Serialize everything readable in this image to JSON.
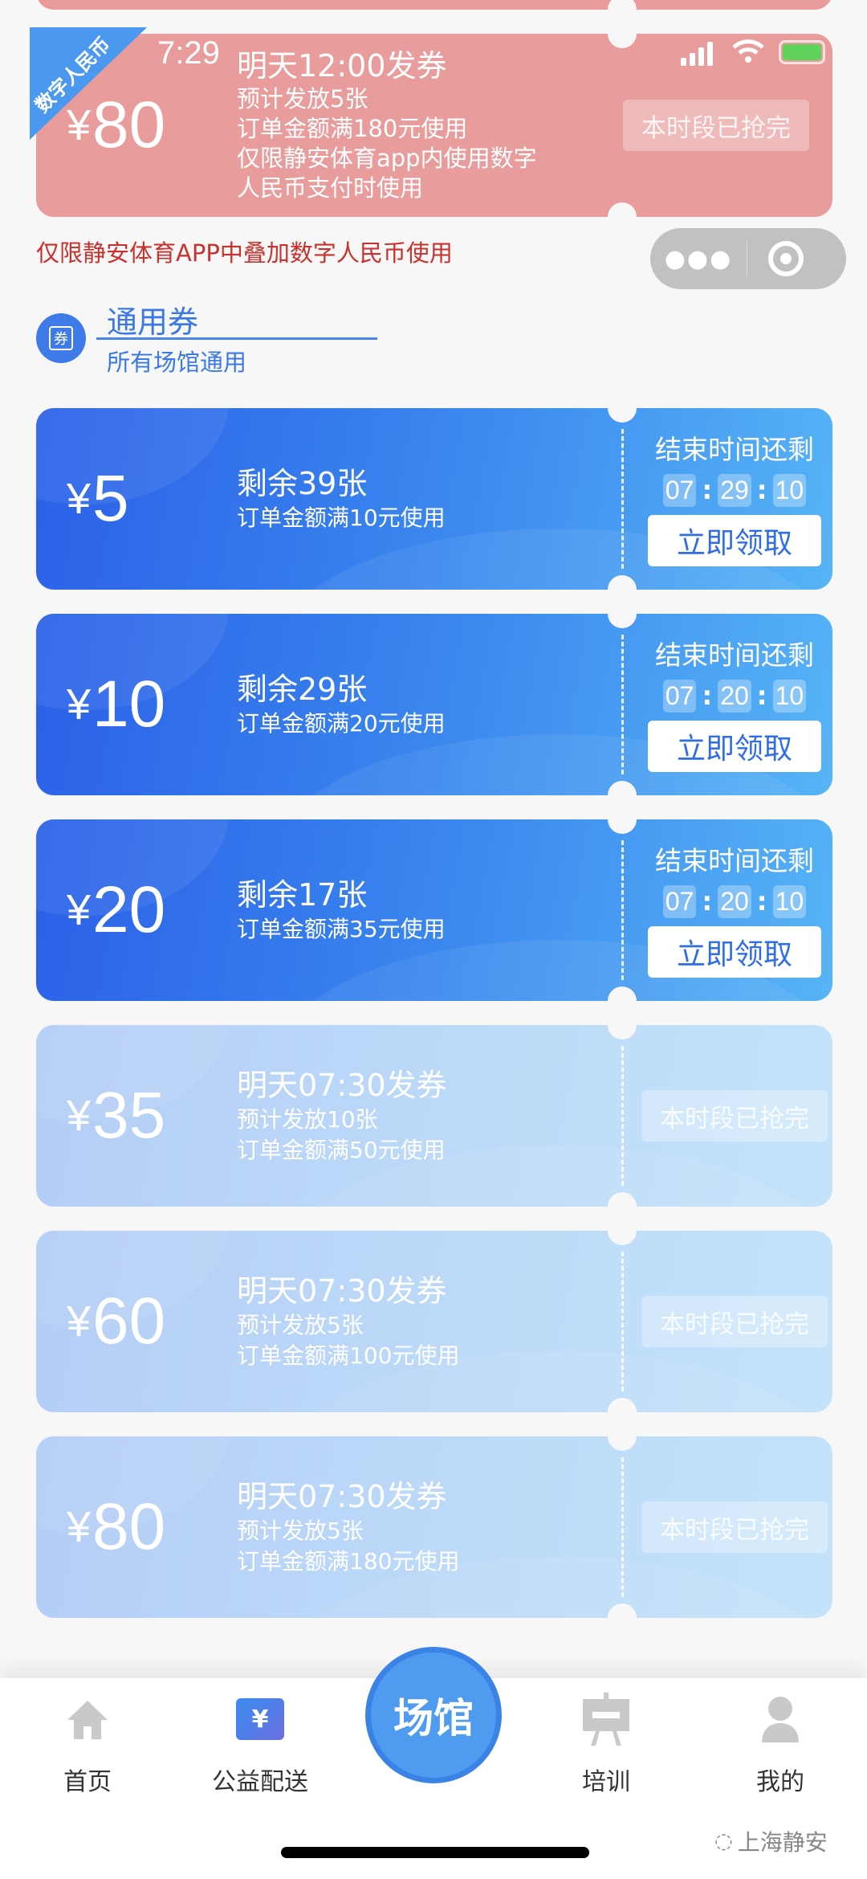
{
  "status_bar": {
    "time": "7:29"
  },
  "red_coupon": {
    "badge": "数字人民币",
    "amount_symbol": "¥",
    "amount": "80",
    "title": "明天12:00发券",
    "lines": [
      "预计发放5张",
      "订单金额满180元使用",
      "仅限静安体育app内使用数字",
      "人民币支付时使用"
    ],
    "status": "本时段已抢完"
  },
  "red_note": "仅限静安体育APP中叠加数字人民币使用",
  "section": {
    "icon_text": "券",
    "title": "通用券",
    "subtitle": "所有场馆通用"
  },
  "coupons": [
    {
      "state": "active",
      "amount": "5",
      "title": "剩余39张",
      "lines": [
        "订单金额满10元使用"
      ],
      "countdown_label": "结束时间还剩",
      "countdown": [
        "07",
        "29",
        "10"
      ],
      "button": "立即领取"
    },
    {
      "state": "active",
      "amount": "10",
      "title": "剩余29张",
      "lines": [
        "订单金额满20元使用"
      ],
      "countdown_label": "结束时间还剩",
      "countdown": [
        "07",
        "20",
        "10"
      ],
      "button": "立即领取"
    },
    {
      "state": "active",
      "amount": "20",
      "title": "剩余17张",
      "lines": [
        "订单金额满35元使用"
      ],
      "countdown_label": "结束时间还剩",
      "countdown": [
        "07",
        "20",
        "10"
      ],
      "button": "立即领取"
    },
    {
      "state": "sold_out",
      "amount": "35",
      "title": "明天07:30发券",
      "lines": [
        "预计发放10张",
        "订单金额满50元使用"
      ],
      "status": "本时段已抢完"
    },
    {
      "state": "sold_out",
      "amount": "60",
      "title": "明天07:30发券",
      "lines": [
        "预计发放5张",
        "订单金额满100元使用"
      ],
      "status": "本时段已抢完"
    },
    {
      "state": "sold_out",
      "amount": "80",
      "title": "明天07:30发券",
      "lines": [
        "预计发放5张",
        "订单金额满180元使用"
      ],
      "status": "本时段已抢完"
    }
  ],
  "currency_symbol": "¥",
  "tabbar": {
    "items": [
      "首页",
      "公益配送",
      "场馆",
      "培训",
      "我的"
    ],
    "active": 1
  },
  "watermark": "上海静安",
  "colors": {
    "accent": "#3a86ee",
    "red_note": "#c8312c",
    "tab_icon": "#c9c9c9"
  }
}
